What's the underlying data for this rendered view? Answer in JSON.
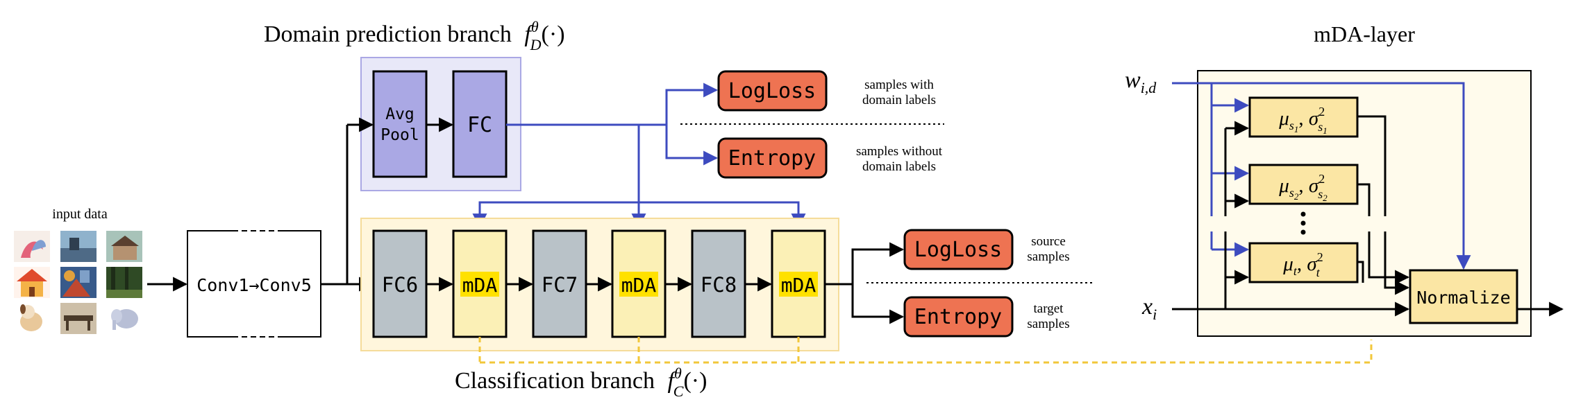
{
  "title_domain": "Domain prediction branch",
  "title_domain_math": {
    "f": "f",
    "sup": "θ",
    "sub": "D",
    "arg": "(·)"
  },
  "title_class": "Classification branch",
  "title_class_math": {
    "f": "f",
    "sup": "θ",
    "sub": "C",
    "arg": "(·)"
  },
  "title_mda": "mDA-layer",
  "input_label": "input data",
  "conv_label": "Conv1→Conv5",
  "avgpool_line1": "Avg",
  "avgpool_line2": "Pool",
  "fc_label": "FC",
  "fc6_label": "FC6",
  "fc7_label": "FC7",
  "fc8_label": "FC8",
  "mda_label": "mDA",
  "logloss_label": "LogLoss",
  "entropy_label": "Entropy",
  "note_domain_labels_1": "samples with",
  "note_domain_labels_2": "domain labels",
  "note_no_domain_labels_1": "samples without",
  "note_no_domain_labels_2": "domain labels",
  "note_source_1": "source",
  "note_source_2": "samples",
  "note_target_1": "target",
  "note_target_2": "samples",
  "w_label": {
    "base": "w",
    "sub": "i,d"
  },
  "x_label": {
    "base": "x",
    "sub": "i"
  },
  "stat_s1": {
    "mu": "μ",
    "mu_sub": "s",
    "mu_subsub": "1",
    "sigma": "σ",
    "sigma_sup": "2",
    "sigma_sub": "s",
    "sigma_subsub": "1"
  },
  "stat_s2": {
    "mu": "μ",
    "mu_sub": "s",
    "mu_subsub": "2",
    "sigma": "σ",
    "sigma_sup": "2",
    "sigma_sub": "s",
    "sigma_subsub": "2"
  },
  "stat_t": {
    "mu": "μ",
    "mu_sub": "t",
    "sigma": "σ",
    "sigma_sup": "2",
    "sigma_sub": "t"
  },
  "normalize_label": "Normalize",
  "colors": {
    "blue_arrow": "#3d4bbf",
    "purple_fill": "#aaa8e4",
    "purple_panel": "#e8e8f8",
    "gray_fill": "#b9c2c8",
    "mda_fill": "#fbf0b6",
    "mda_highlight": "#ffe100",
    "yellow_panel": "#fff6dc",
    "orange_fill": "#ee7352",
    "normalize_fill": "#fbe6a4",
    "yellow_dash": "#f2c73a",
    "mda_panel": "#fffbec"
  }
}
